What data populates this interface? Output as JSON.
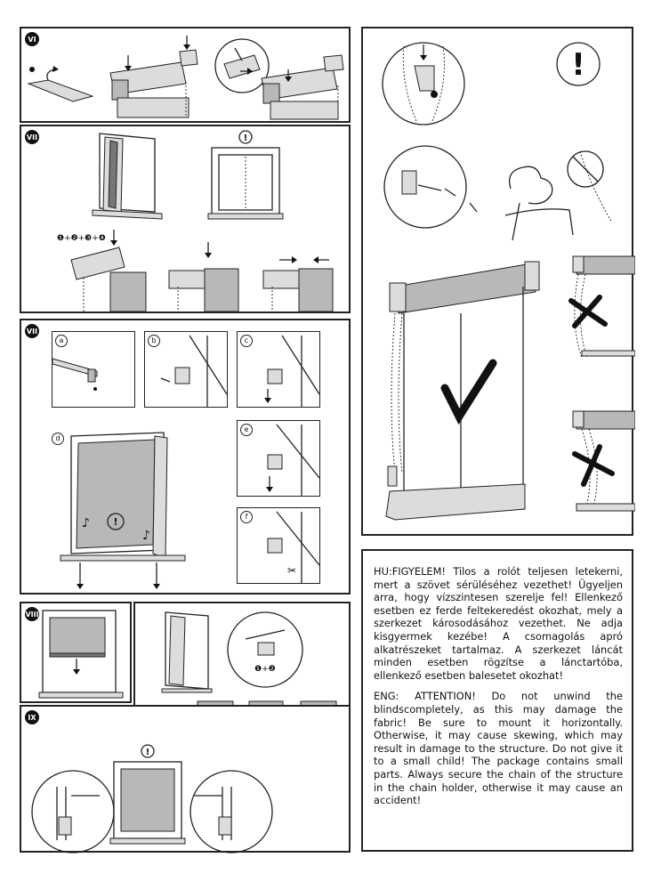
{
  "steps": {
    "vi": "VI",
    "vii": "VII",
    "viii_top": "VII",
    "viii": "VIII",
    "ix": "IX"
  },
  "labels": {
    "a": "a",
    "b": "b",
    "c": "c",
    "d": "d",
    "e": "e",
    "f": "f",
    "formula_vii": "❶+❷+❸+❹",
    "formula_viii": "❶+❷"
  },
  "warning": {
    "hu": "HU:FIGYELEM! Tilos a rolót teljesen letekerni, mert a szövet sérüléséhez vezethet! Ügyeljen arra, hogy vízszintesen szerelje fel! Ellenkező esetben ez ferde feltekeredést okozhat, mely a szerkezet károsodásához vezethet. Ne adja kisgyermek kezébe! A csomagolás apró alkatrészeket tartalmaz. A szerkezet láncát minden esetben rögzítse a lánctartóba, ellenkező esetben balesetet okozhat!",
    "en": "ENG: ATTENTION! Do not unwind the blindscompletely, as this may damage the fabric! Be sure to mount it horizontally. Otherwise, it may cause skewing, which may result in damage to the structure. Do not give it to a small child! The package contains small parts. Always secure the chain of the structure in the chain holder, otherwise it may cause an accident!"
  },
  "colors": {
    "line": "#222222",
    "fabric": "#b8b8b8",
    "background": "#ffffff"
  }
}
